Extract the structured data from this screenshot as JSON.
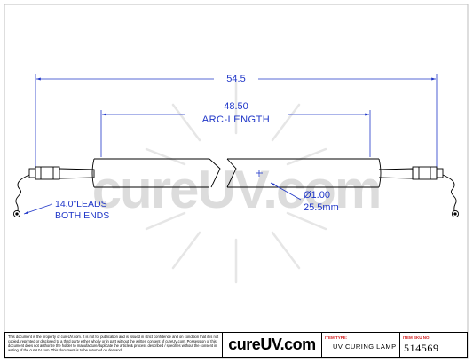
{
  "watermark": {
    "brand": "cureUV.com"
  },
  "dimensions": {
    "overall_length": "54.5",
    "arc_length_value": "48.50",
    "arc_length_label": "ARC-LENGTH",
    "diameter_in": "Ø1.00",
    "diameter_mm": "25.5mm",
    "leads_line1": "14.0\"LEADS",
    "leads_line2": "BOTH ENDS"
  },
  "title_block": {
    "notice": "This document is the property of cureUV.com. It is not for publication and is issued in strict confidence and on condition that it is not copied, reprinted or disclosed to a third party either wholly or in part without the written consent of cureUV.com. Possession of this document does not authorize the holder to manufacture/duplicate the article & process described / specifies without the consent in writing of the cureUV.com. This document is to be returned on demand.",
    "logo": "cureUV.com",
    "item_type_caption": "ITEM TYPE:",
    "item_type_value": "UV CURING LAMP",
    "item_sku_caption": "ITEM SKU NO:",
    "item_sku_value": "514569"
  },
  "colors": {
    "line": "#000000",
    "dimension": "#1f36c8",
    "border": "#bdbdbd",
    "watermark": "#d9d9d9",
    "caption": "#d21f1f"
  }
}
